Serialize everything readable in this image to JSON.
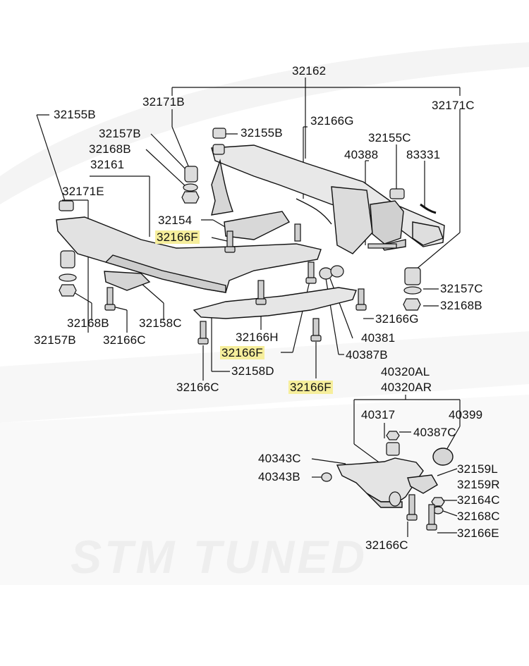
{
  "watermark": "STM TUNED",
  "highlight_color": "#f6ee9c",
  "labels": {
    "p32162": "32162",
    "p32171B": "32171B",
    "p32171C": "32171C",
    "p32155B_l": "32155B",
    "p32157B_t": "32157B",
    "p32155B_c": "32155B",
    "p32166G_t": "32166G",
    "p32168B_t": "32168B",
    "p32155C": "32155C",
    "p32161": "32161",
    "p40388": "40388",
    "p83331": "83331",
    "p32171E": "32171E",
    "p32154": "32154",
    "p32166F_a": "32166F",
    "p32157C": "32157C",
    "p32168B_r": "32168B",
    "p32166G_r": "32166G",
    "p32168B_b": "32168B",
    "p32158C": "32158C",
    "p32166H": "32166H",
    "p40381": "40381",
    "p32157B_b": "32157B",
    "p32166C_l": "32166C",
    "p32166F_b": "32166F",
    "p40387B": "40387B",
    "p32158D": "32158D",
    "p40320AL": "40320AL",
    "p40320AR": "40320AR",
    "p32166C_m": "32166C",
    "p32166F_c": "32166F",
    "p40317": "40317",
    "p40399": "40399",
    "p40387C": "40387C",
    "p40343C": "40343C",
    "p32159L": "32159L",
    "p40343B": "40343B",
    "p32159R": "32159R",
    "p32164C": "32164C",
    "p32168C": "32168C",
    "p32166E": "32166E",
    "p32166C_r": "32166C"
  }
}
